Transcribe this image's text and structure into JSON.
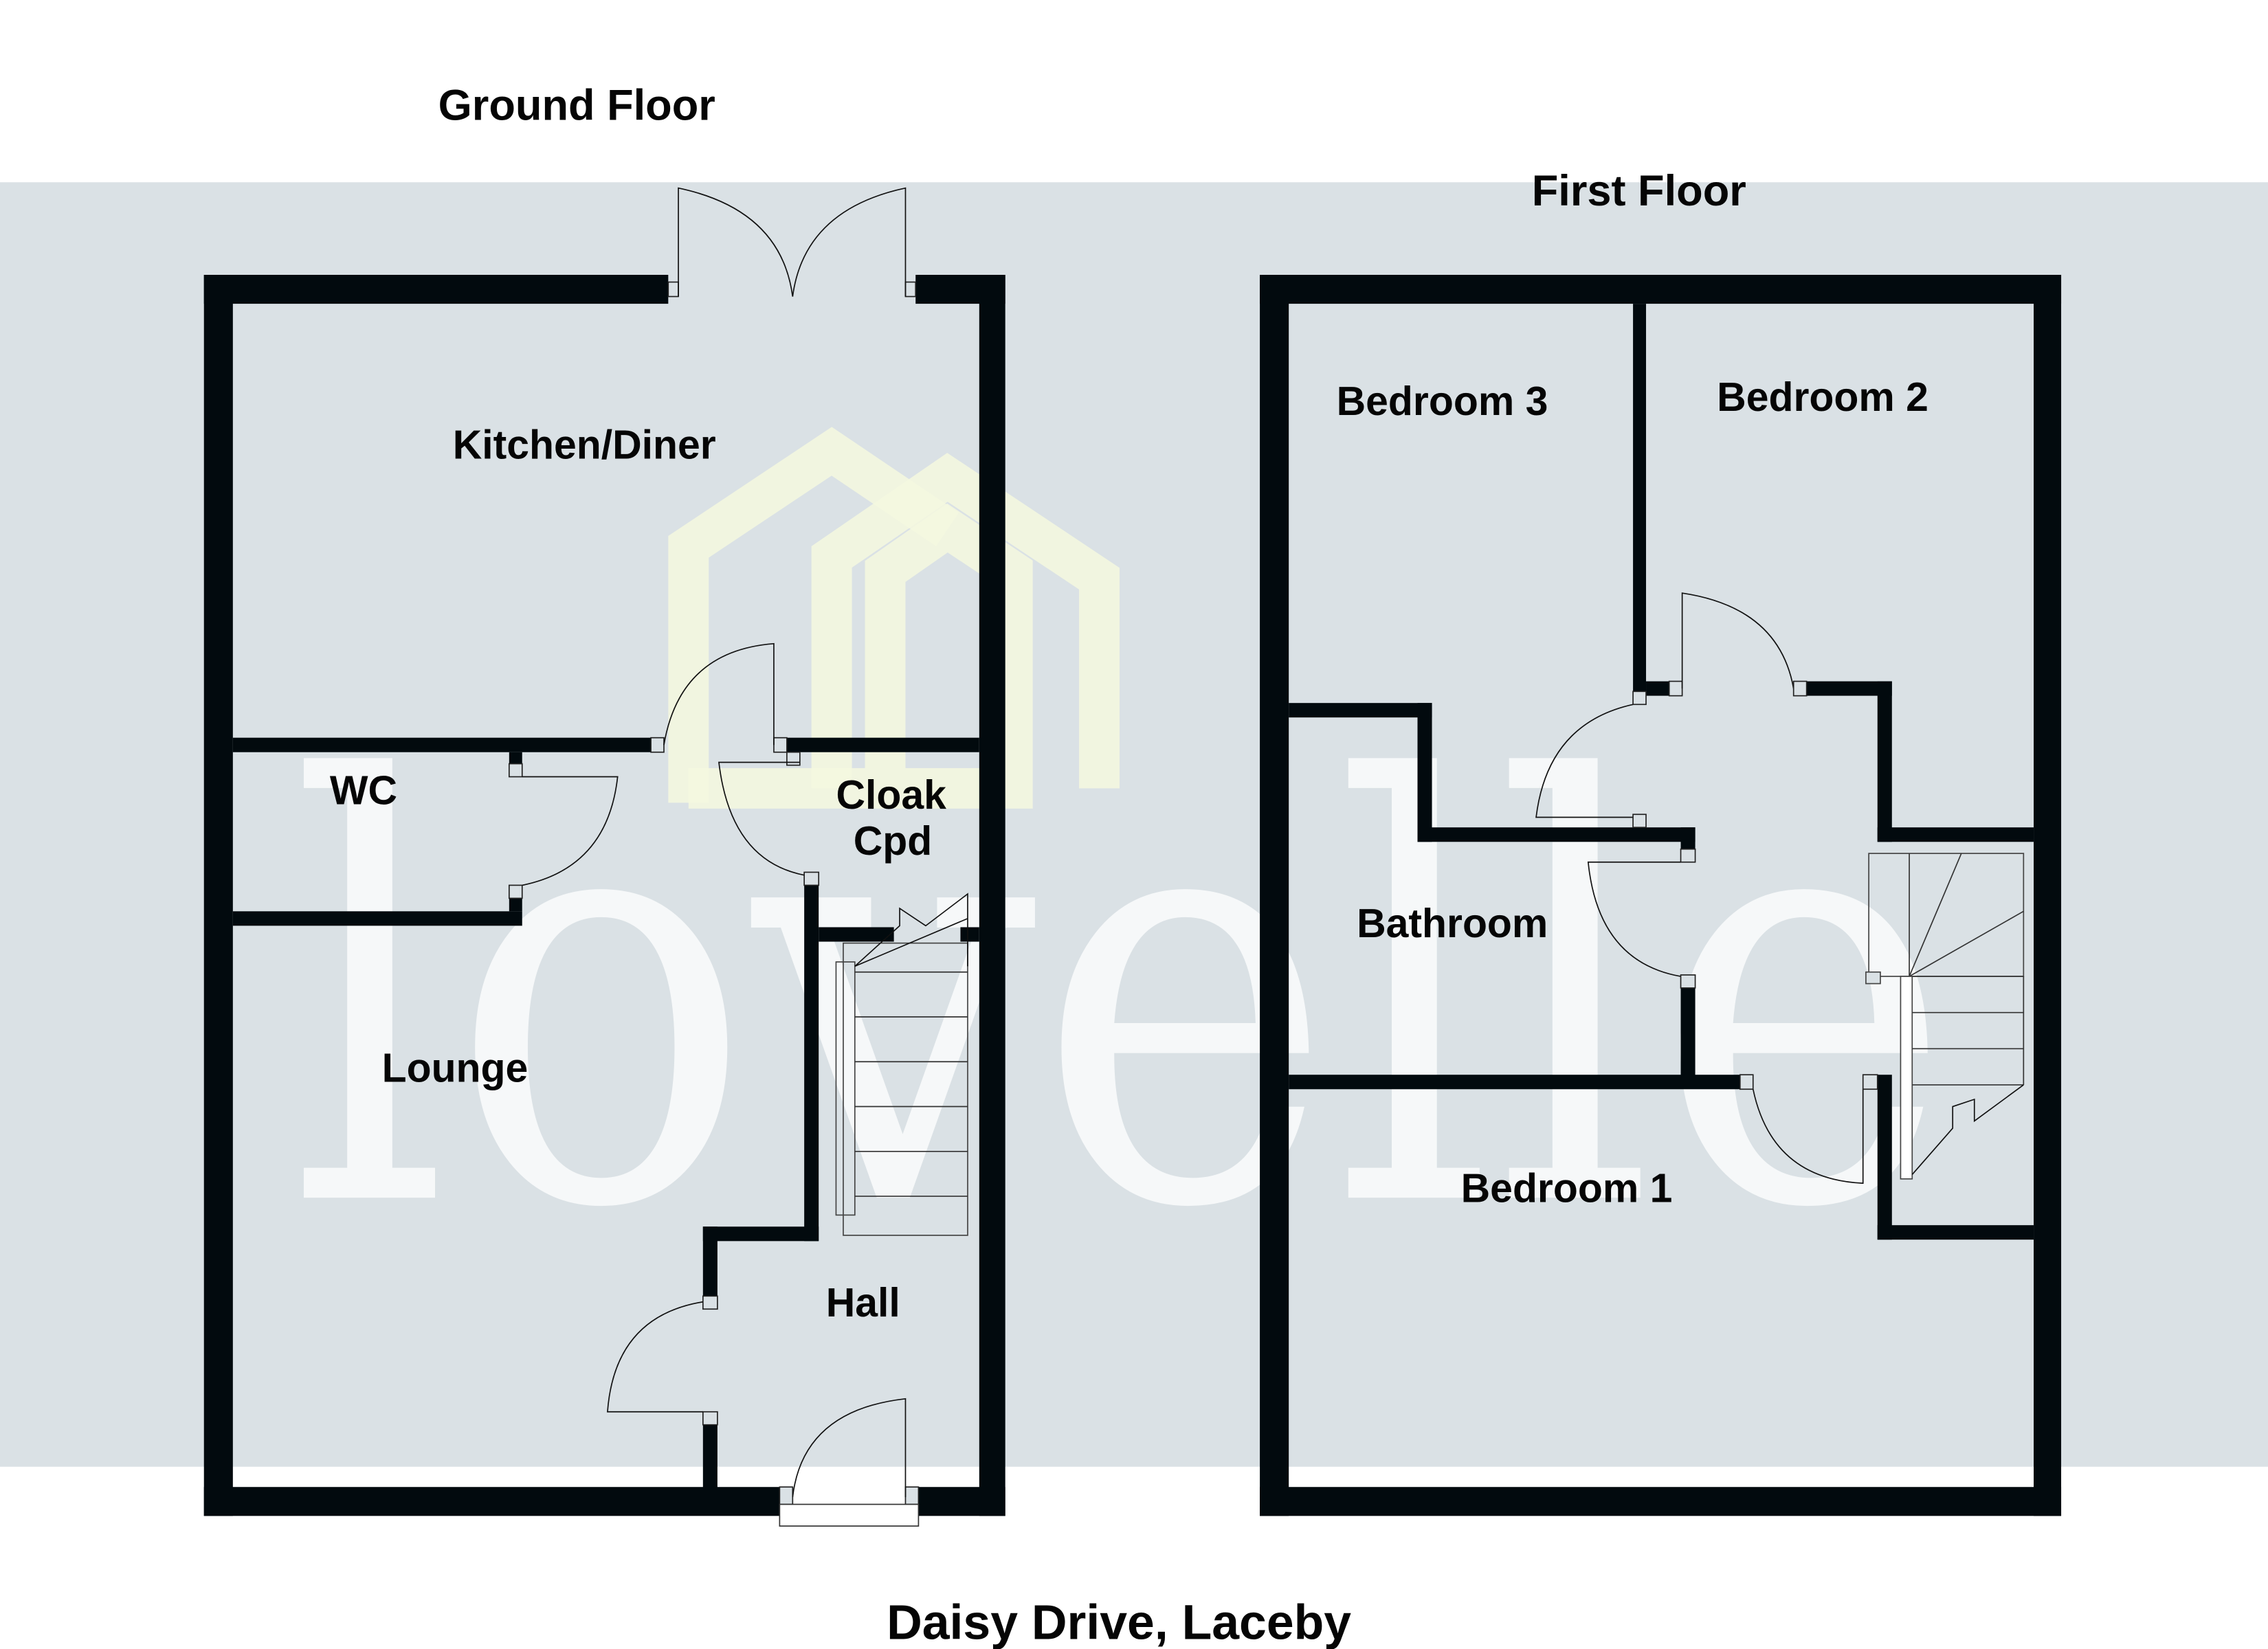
{
  "titles": {
    "ground_floor": "Ground Floor",
    "first_floor": "First Floor"
  },
  "caption": "Daisy Drive, Laceby",
  "watermark": {
    "text": "lovelle",
    "logo": "house-logo-icon"
  },
  "ground_floor": {
    "rooms": [
      {
        "label": "Kitchen/Diner"
      },
      {
        "label": "WC"
      },
      {
        "label": "Cloak"
      },
      {
        "label": "Cpd"
      },
      {
        "label": "Lounge"
      },
      {
        "label": "Hall"
      }
    ]
  },
  "first_floor": {
    "rooms": [
      {
        "label": "Bedroom 3"
      },
      {
        "label": "Bedroom 2"
      },
      {
        "label": "Bathroom"
      },
      {
        "label": "Bedroom 1"
      }
    ]
  },
  "colors": {
    "band": "#dae1e5",
    "wall": "#020a0e",
    "watermark_logo": "#f5f8df",
    "watermark_text": "#ffffff"
  }
}
